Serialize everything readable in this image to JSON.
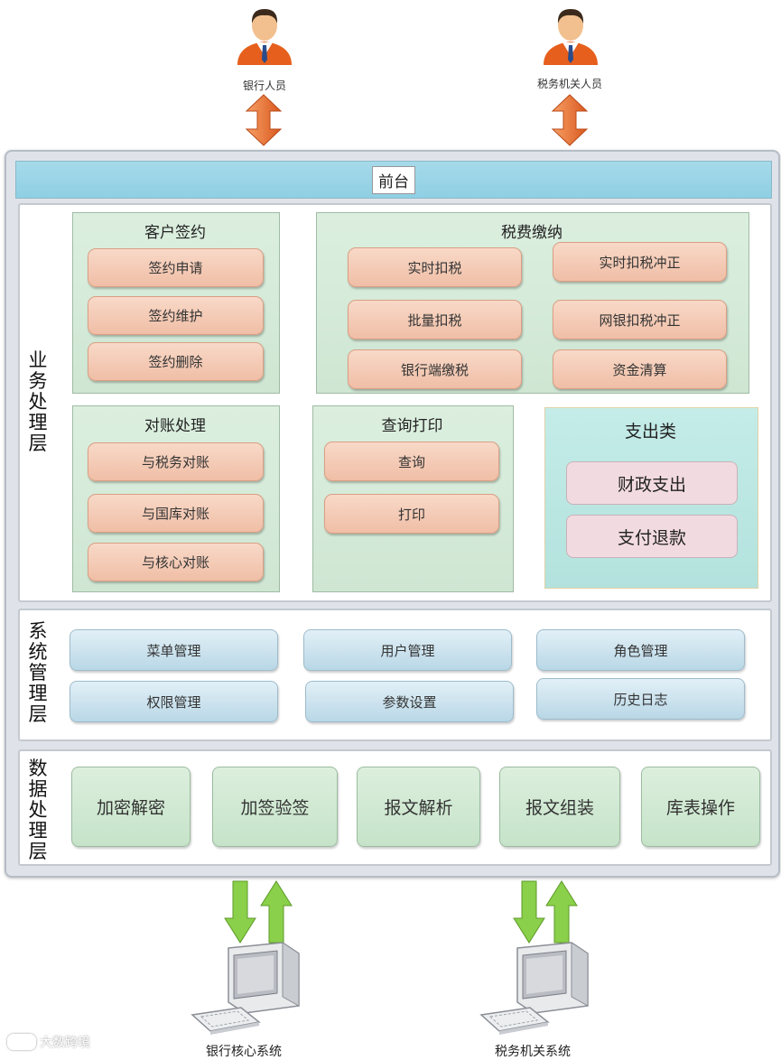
{
  "actors": {
    "bank_staff": "银行人员",
    "tax_staff": "税务机关人员"
  },
  "front_desk": "前台",
  "business_layer": {
    "label": "业务处理层",
    "customer_signing": {
      "title": "客户签约",
      "items": [
        "签约申请",
        "签约维护",
        "签约删除"
      ]
    },
    "tax_payment": {
      "title": "税费缴纳",
      "items": [
        "实时扣税",
        "实时扣税冲正",
        "批量扣税",
        "网银扣税冲正",
        "银行端缴税",
        "资金清算"
      ]
    },
    "reconciliation": {
      "title": "对账处理",
      "items": [
        "与税务对账",
        "与国库对账",
        "与核心对账"
      ]
    },
    "query_print": {
      "title": "查询打印",
      "items": [
        "查询",
        "打印"
      ]
    },
    "expenditure": {
      "title": "支出类",
      "items": [
        "财政支出",
        "支付退款"
      ]
    }
  },
  "system_layer": {
    "label": "系统管理层",
    "items": [
      "菜单管理",
      "用户管理",
      "角色管理",
      "权限管理",
      "参数设置",
      "历史日志"
    ]
  },
  "data_layer": {
    "label": "数据处理层",
    "items": [
      "加密解密",
      "加签验签",
      "报文解析",
      "报文组装",
      "库表操作"
    ]
  },
  "systems": {
    "bank_core": "银行核心系统",
    "tax_system": "税务机关系统"
  },
  "watermark": "大数跨境",
  "colors": {
    "front_bar": "#8fcfe3",
    "group_green": "#cfe6d3",
    "pill_salmon": "#f0bea6",
    "group_cyan": "#b3e2dd",
    "pill_pink": "#f2dbe0",
    "pill_blue": "#b9d7e6",
    "arrow_orange": "#e8763a",
    "arrow_green": "#8fd14f"
  },
  "icons": [
    "person-icon",
    "double-arrow-icon",
    "computer-icon"
  ]
}
